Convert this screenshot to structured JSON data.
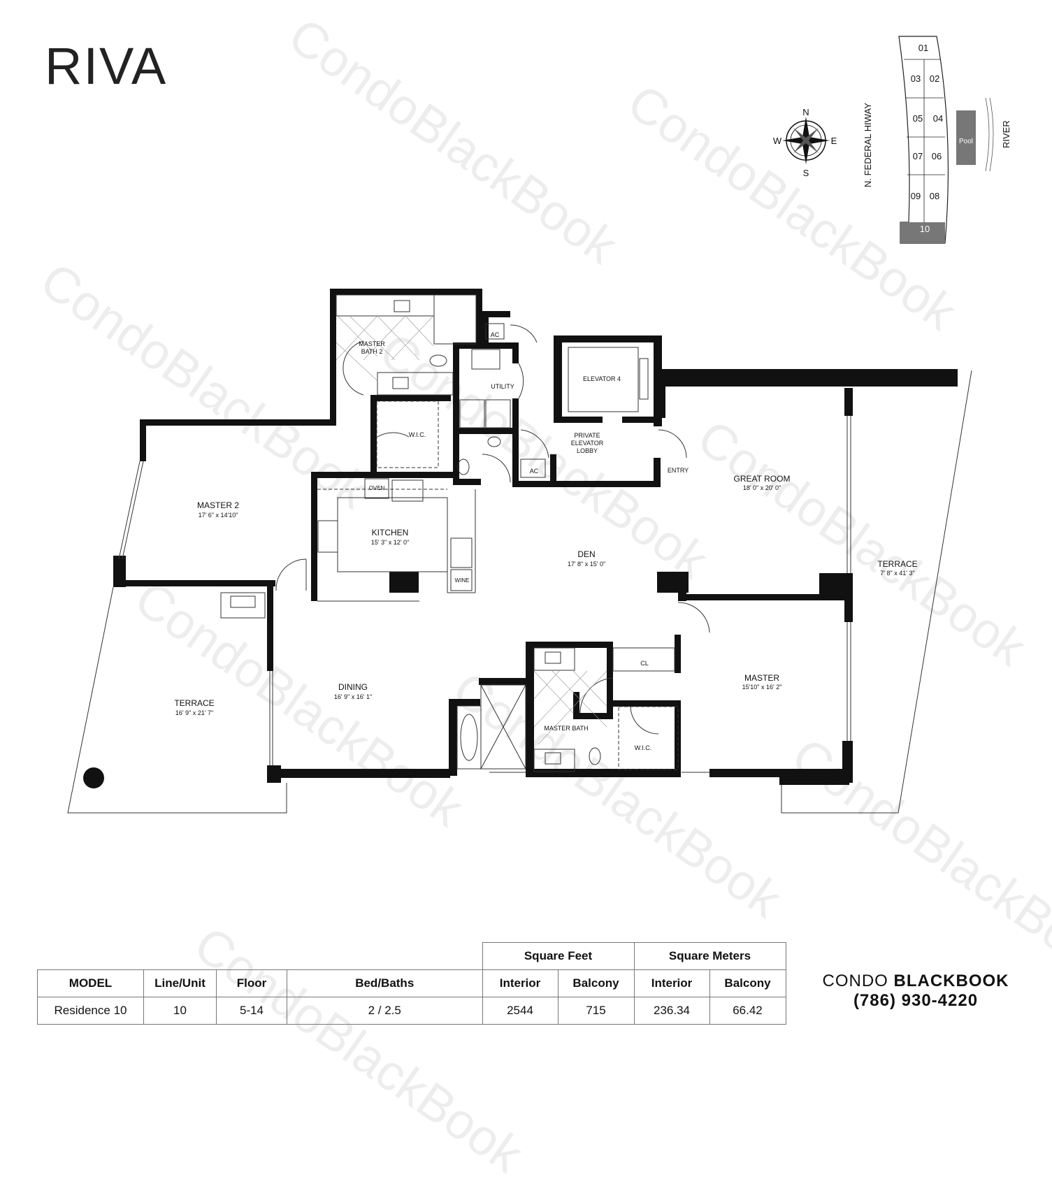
{
  "logo": {
    "text": "RIVA"
  },
  "watermark": {
    "text": "CondoBlackBook"
  },
  "compass": {
    "n": "N",
    "s": "S",
    "e": "E",
    "w": "W"
  },
  "keyplan": {
    "units": [
      "01",
      "02",
      "03",
      "04",
      "05",
      "06",
      "07",
      "08",
      "09",
      "10"
    ],
    "highlight": "10",
    "road": "N. FEDERAL HIWAY",
    "river": "RIVER",
    "pool": "Pool"
  },
  "rooms": {
    "master_bath_2": "MASTER BATH 2",
    "ac_top": "AC",
    "utility": "UTILITY",
    "elevator": "ELEVATOR 4",
    "wic_1": "W.I.C.",
    "private_elevator_lobby": [
      "PRIVATE",
      "ELEVATOR",
      "LOBBY"
    ],
    "ac_lobby": "AC",
    "entry": "ENTRY",
    "great_room": {
      "name": "GREAT ROOM",
      "dim": "18' 0\" x 20' 0\""
    },
    "master_2": {
      "name": "MASTER 2",
      "dim": "17' 6\" x 14'10\""
    },
    "kitchen": {
      "name": "KITCHEN",
      "dim": "15' 3\" x 12' 0\""
    },
    "oven": "OVEN",
    "wine": "WINE",
    "den": {
      "name": "DEN",
      "dim": "17' 8\" x 15' 0\""
    },
    "terrace_east": {
      "name": "TERRACE",
      "dim": "7' 8\" x 41' 3\""
    },
    "cl": "CL",
    "master": {
      "name": "MASTER",
      "dim": "15'10\" x 16' 2\""
    },
    "dining": {
      "name": "DINING",
      "dim": "16' 9\" x 16' 1\""
    },
    "terrace_west": {
      "name": "TERRACE",
      "dim": "16' 9\" x 21' 7\""
    },
    "master_bath": "MASTER BATH",
    "wic_2": "W.I.C."
  },
  "table": {
    "group_sqft": "Square Feet",
    "group_sqm": "Square Meters",
    "headers": [
      "MODEL",
      "Line/Unit",
      "Floor",
      "Bed/Baths",
      "Interior",
      "Balcony",
      "Interior",
      "Balcony"
    ],
    "row": [
      "Residence 10",
      "10",
      "5-14",
      "2 / 2.5",
      "2544",
      "715",
      "236.34",
      "66.42"
    ]
  },
  "brand": {
    "name_light": "CONDO",
    "name_bold": "BLACKBOOK",
    "phone": "(786) 930-4220"
  }
}
